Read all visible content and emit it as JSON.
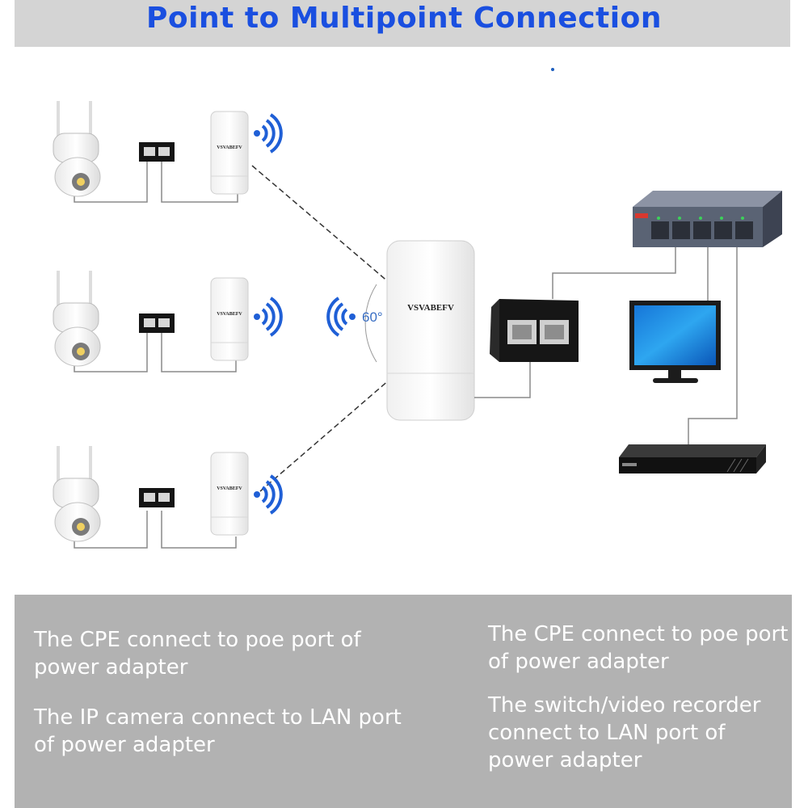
{
  "header": {
    "title": "Point to Multipoint Connection"
  },
  "diagram": {
    "angle_label": "60°",
    "brand_label": "VSVABEFV"
  },
  "notes": {
    "left": [
      "The CPE connect to poe port of power adapter",
      "The IP camera connect to LAN port of power adapter"
    ],
    "right": [
      "The CPE connect to poe port of power adapter",
      "The switch/video recorder connect to LAN port of power adapter"
    ]
  },
  "colors": {
    "title": "#1a4fe0",
    "signal": "#1f5fd6",
    "header_bg": "#d4d4d4",
    "footer_bg": "#b2b2b2"
  },
  "icons": [
    "ip-camera-icon",
    "poe-injector-icon",
    "cpe-antenna-icon",
    "wifi-signal-icon",
    "network-switch-icon",
    "monitor-icon",
    "video-recorder-icon"
  ]
}
